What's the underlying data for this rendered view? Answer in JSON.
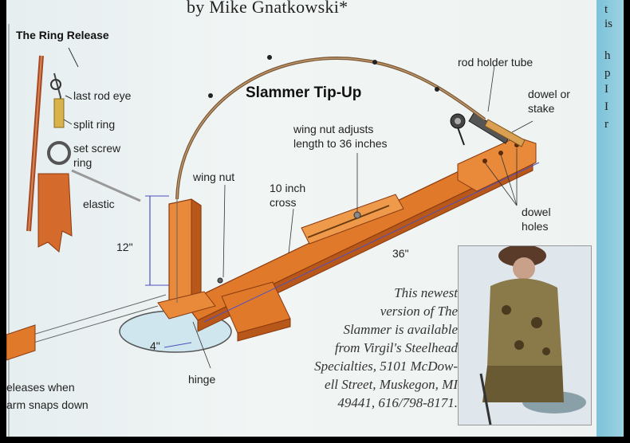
{
  "header": {
    "byline": "by Mike Gnatkowski*"
  },
  "ring_release": {
    "title": "The Ring Release",
    "labels": [
      "last rod eye",
      "split ring",
      "set screw",
      "ring",
      "elastic"
    ]
  },
  "diagram": {
    "title": "Slammer Tip-Up",
    "labels": {
      "rod_holder_tube": "rod holder tube",
      "dowel_line1": "dowel or",
      "dowel_line2": "stake",
      "wing_nut_adjusts_line1": "wing nut adjusts",
      "wing_nut_adjusts_line2": "length to 36 inches",
      "wing_nut": "wing nut",
      "cross_line1": "10 inch",
      "cross_line2": "cross",
      "dowel_holes_line1": "dowel",
      "dowel_holes_line2": "holes",
      "height": "12\"",
      "length": "36\"",
      "diameter": "4\"",
      "hinge": "hinge",
      "releases_line1": "eleases when",
      "releases_line2": "arm snaps down"
    }
  },
  "caption": {
    "lines": [
      "This newest",
      "version of The",
      "Slammer is available",
      "from Virgil's Steelhead",
      "Specialties, 5101 McDow-",
      "ell Street, Muskegon, MI",
      "49441, 616/798-8171."
    ]
  },
  "side_text": [
    "t",
    "is",
    "h",
    "p",
    "I",
    "I",
    "r"
  ],
  "colors": {
    "wood": "#e07a2a",
    "wood_dark": "#b8571a",
    "sky_blue": "#8ccde0",
    "rod": "#7a5a3a"
  }
}
